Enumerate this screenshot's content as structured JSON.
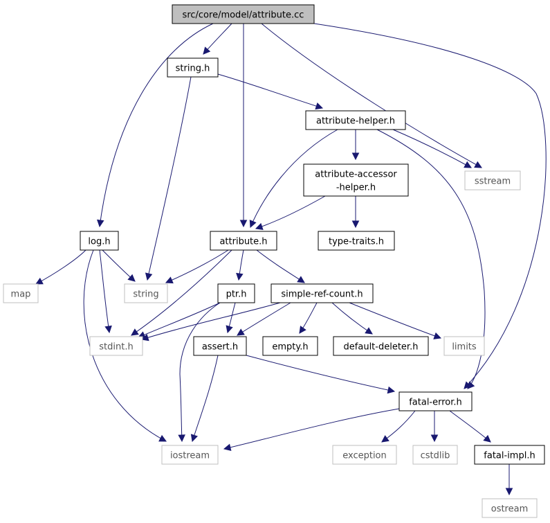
{
  "diagram": {
    "edge_color": "#191970",
    "nodes": [
      {
        "id": "attribute_cc",
        "lines": [
          "src/core/model/attribute.cc"
        ],
        "kind": "root"
      },
      {
        "id": "string_h",
        "lines": [
          "string.h"
        ],
        "kind": "local"
      },
      {
        "id": "attribute_helper_h",
        "lines": [
          "attribute-helper.h"
        ],
        "kind": "local"
      },
      {
        "id": "attribute_accessor_helper_h",
        "lines": [
          "attribute-accessor",
          "-helper.h"
        ],
        "kind": "local"
      },
      {
        "id": "sstream",
        "lines": [
          "sstream"
        ],
        "kind": "system"
      },
      {
        "id": "log_h",
        "lines": [
          "log.h"
        ],
        "kind": "local"
      },
      {
        "id": "attribute_h",
        "lines": [
          "attribute.h"
        ],
        "kind": "local"
      },
      {
        "id": "type_traits_h",
        "lines": [
          "type-traits.h"
        ],
        "kind": "local"
      },
      {
        "id": "map",
        "lines": [
          "map"
        ],
        "kind": "system"
      },
      {
        "id": "string",
        "lines": [
          "string"
        ],
        "kind": "system"
      },
      {
        "id": "ptr_h",
        "lines": [
          "ptr.h"
        ],
        "kind": "local"
      },
      {
        "id": "simple_ref_count_h",
        "lines": [
          "simple-ref-count.h"
        ],
        "kind": "local"
      },
      {
        "id": "stdint_h",
        "lines": [
          "stdint.h"
        ],
        "kind": "system"
      },
      {
        "id": "assert_h",
        "lines": [
          "assert.h"
        ],
        "kind": "local"
      },
      {
        "id": "empty_h",
        "lines": [
          "empty.h"
        ],
        "kind": "local"
      },
      {
        "id": "default_deleter_h",
        "lines": [
          "default-deleter.h"
        ],
        "kind": "local"
      },
      {
        "id": "limits",
        "lines": [
          "limits"
        ],
        "kind": "system"
      },
      {
        "id": "fatal_error_h",
        "lines": [
          "fatal-error.h"
        ],
        "kind": "local"
      },
      {
        "id": "iostream",
        "lines": [
          "iostream"
        ],
        "kind": "system"
      },
      {
        "id": "exception",
        "lines": [
          "exception"
        ],
        "kind": "system"
      },
      {
        "id": "cstdlib",
        "lines": [
          "cstdlib"
        ],
        "kind": "system"
      },
      {
        "id": "fatal_impl_h",
        "lines": [
          "fatal-impl.h"
        ],
        "kind": "local"
      },
      {
        "id": "ostream",
        "lines": [
          "ostream"
        ],
        "kind": "system"
      }
    ],
    "edges": [
      {
        "from": "attribute_cc",
        "to": "string_h"
      },
      {
        "from": "attribute_cc",
        "to": "attribute_h"
      },
      {
        "from": "attribute_cc",
        "to": "log_h"
      },
      {
        "from": "attribute_cc",
        "to": "sstream"
      },
      {
        "from": "attribute_cc",
        "to": "fatal_error_h"
      },
      {
        "from": "string_h",
        "to": "attribute_helper_h"
      },
      {
        "from": "string_h",
        "to": "string"
      },
      {
        "from": "attribute_helper_h",
        "to": "attribute_accessor_helper_h"
      },
      {
        "from": "attribute_helper_h",
        "to": "sstream"
      },
      {
        "from": "attribute_helper_h",
        "to": "attribute_h"
      },
      {
        "from": "attribute_helper_h",
        "to": "fatal_error_h"
      },
      {
        "from": "attribute_accessor_helper_h",
        "to": "attribute_h"
      },
      {
        "from": "attribute_accessor_helper_h",
        "to": "type_traits_h"
      },
      {
        "from": "log_h",
        "to": "map"
      },
      {
        "from": "log_h",
        "to": "string"
      },
      {
        "from": "log_h",
        "to": "stdint_h"
      },
      {
        "from": "log_h",
        "to": "iostream"
      },
      {
        "from": "attribute_h",
        "to": "string"
      },
      {
        "from": "attribute_h",
        "to": "stdint_h"
      },
      {
        "from": "attribute_h",
        "to": "ptr_h"
      },
      {
        "from": "attribute_h",
        "to": "simple_ref_count_h"
      },
      {
        "from": "ptr_h",
        "to": "stdint_h"
      },
      {
        "from": "ptr_h",
        "to": "assert_h"
      },
      {
        "from": "ptr_h",
        "to": "iostream"
      },
      {
        "from": "simple_ref_count_h",
        "to": "stdint_h"
      },
      {
        "from": "simple_ref_count_h",
        "to": "assert_h"
      },
      {
        "from": "simple_ref_count_h",
        "to": "empty_h"
      },
      {
        "from": "simple_ref_count_h",
        "to": "default_deleter_h"
      },
      {
        "from": "simple_ref_count_h",
        "to": "limits"
      },
      {
        "from": "assert_h",
        "to": "iostream"
      },
      {
        "from": "assert_h",
        "to": "fatal_error_h"
      },
      {
        "from": "fatal_error_h",
        "to": "iostream"
      },
      {
        "from": "fatal_error_h",
        "to": "exception"
      },
      {
        "from": "fatal_error_h",
        "to": "cstdlib"
      },
      {
        "from": "fatal_error_h",
        "to": "fatal_impl_h"
      },
      {
        "from": "fatal_impl_h",
        "to": "ostream"
      }
    ]
  }
}
